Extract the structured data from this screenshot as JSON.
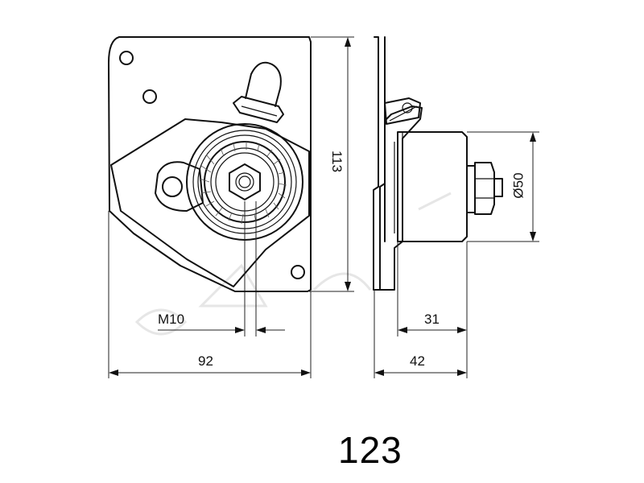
{
  "drawing": {
    "dimensions": {
      "width_front": "92",
      "height": "113",
      "thread": "M10",
      "depth_total": "42",
      "pulley_width": "31",
      "pulley_diameter": "Ø50"
    },
    "part_number": "123",
    "colors": {
      "line": "#111111",
      "background": "#ffffff",
      "watermark": "#e6e6e6"
    }
  }
}
